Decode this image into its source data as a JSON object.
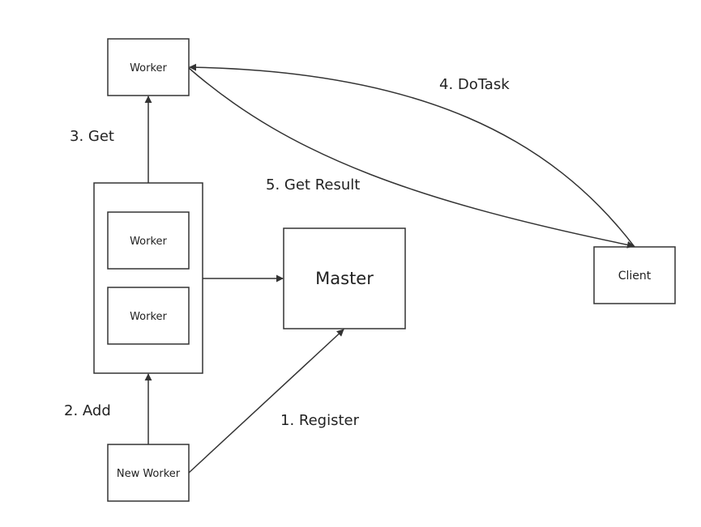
{
  "nodes": {
    "worker_top": "Worker",
    "worker_a": "Worker",
    "worker_b": "Worker",
    "master": "Master",
    "client": "Client",
    "new_worker": "New Worker"
  },
  "edges": {
    "register": "1. Register",
    "add": "2. Add",
    "get": "3. Get",
    "do_task": "4. DoTask",
    "get_result": "5. Get Result"
  }
}
